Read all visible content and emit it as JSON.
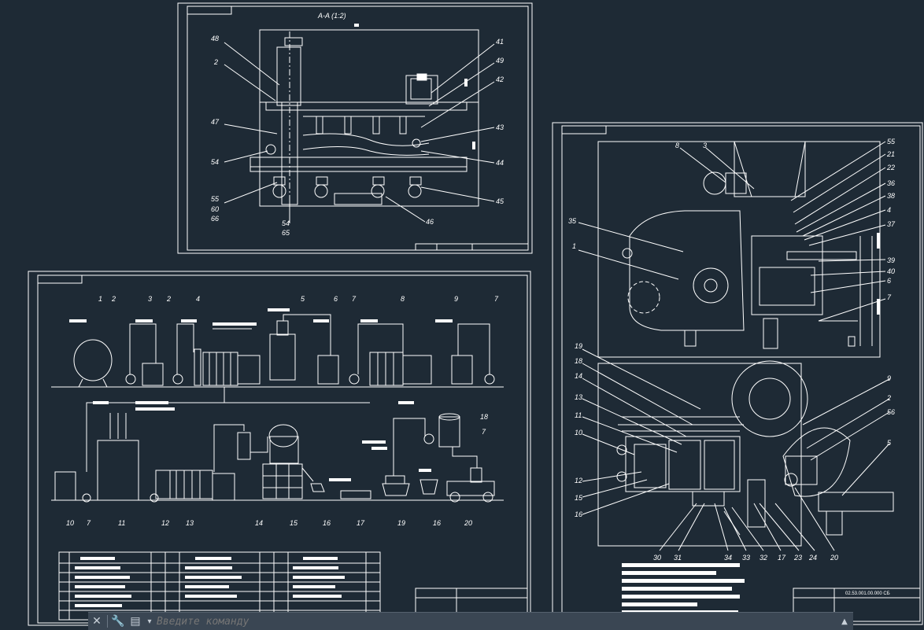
{
  "colors": {
    "background": "#1e2a35",
    "lines": "#ffffff",
    "command_bar": "#3a4653"
  },
  "sheet_top": {
    "section_title": "A-A (1:2)",
    "callouts_left": [
      "48",
      "2",
      "47",
      "54",
      "55",
      "60",
      "66",
      "54",
      "65"
    ],
    "callouts_right": [
      "41",
      "49",
      "42",
      "43",
      "44",
      "45",
      "46"
    ]
  },
  "sheet_scheme": {
    "top_callouts": [
      "1",
      "2",
      "3",
      "2",
      "4",
      "5",
      "6",
      "7",
      "8",
      "9",
      "7"
    ],
    "bottom_callouts": [
      "10",
      "7",
      "11",
      "12",
      "13",
      "14",
      "15",
      "16",
      "17",
      "19",
      "16",
      "20"
    ],
    "right_callouts": [
      "18",
      "7"
    ]
  },
  "sheet_machine": {
    "upper_callouts_left": [
      "8",
      "3",
      "35",
      "1"
    ],
    "upper_callouts_right": [
      "55",
      "21",
      "22",
      "36",
      "38",
      "4",
      "37",
      "39",
      "40",
      "6",
      "7"
    ],
    "lower_callouts_left": [
      "19",
      "18",
      "14",
      "13",
      "11",
      "10",
      "12",
      "15",
      "16"
    ],
    "lower_callouts_right": [
      "9",
      "2",
      "56",
      "5"
    ],
    "lower_callouts_bottom": [
      "30",
      "31",
      "34",
      "33",
      "32",
      "17",
      "23",
      "24",
      "20"
    ],
    "designation": "02.53.001.00.000 СБ"
  },
  "command_line": {
    "placeholder": "Введите команду",
    "close_icon": "close-icon",
    "customize_icon": "wrench-icon",
    "recent_icon": "command-history-icon"
  }
}
